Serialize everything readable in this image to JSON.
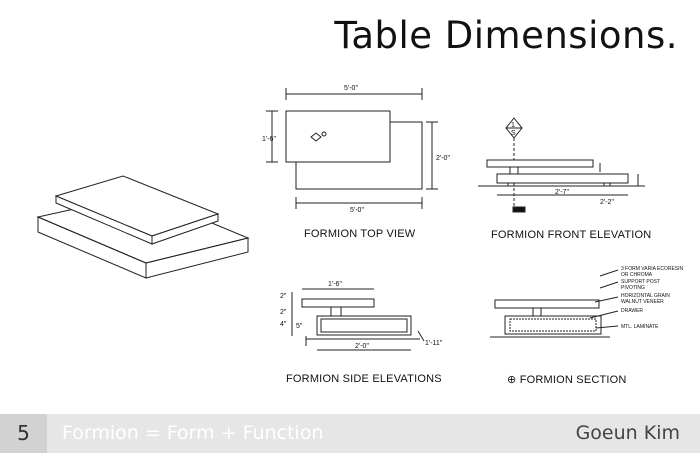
{
  "slide": {
    "title": "Table Dimensions.",
    "page_number": "5",
    "footer_title": "Formion = Form + Function",
    "author": "Goeun Kim"
  },
  "views": {
    "top": "FORMION TOP VIEW",
    "front": "FORMION FRONT ELEVATION",
    "side": "FORMION SIDE ELEVATIONS",
    "section": "FORMION SECTION",
    "section_symbol": "⊕"
  },
  "dims": {
    "top_width": "5'-0\"",
    "top_depth": "1'-6\"",
    "top_depth2": "2'-0\"",
    "front_w1": "2'-7\"",
    "front_w2": "2'-2\"",
    "side_w1": "1'-6\"",
    "side_w2": "2'-0\"",
    "side_h1": "2\"",
    "side_h2": "2\"",
    "side_h3": "4\"",
    "side_h4": "5\"",
    "side_right": "1'-11\"",
    "section_marker_num": "1",
    "section_marker_sheet": "S"
  },
  "notes": [
    "3 FORM VARIA ECORESIN",
    "OR CHROMA",
    "SUPPORT POST",
    "PIVOTING",
    "HORIZONTAL GRAIN",
    "WALNUT VENEER",
    "DRAWER",
    "MTL. LAMINATE"
  ]
}
